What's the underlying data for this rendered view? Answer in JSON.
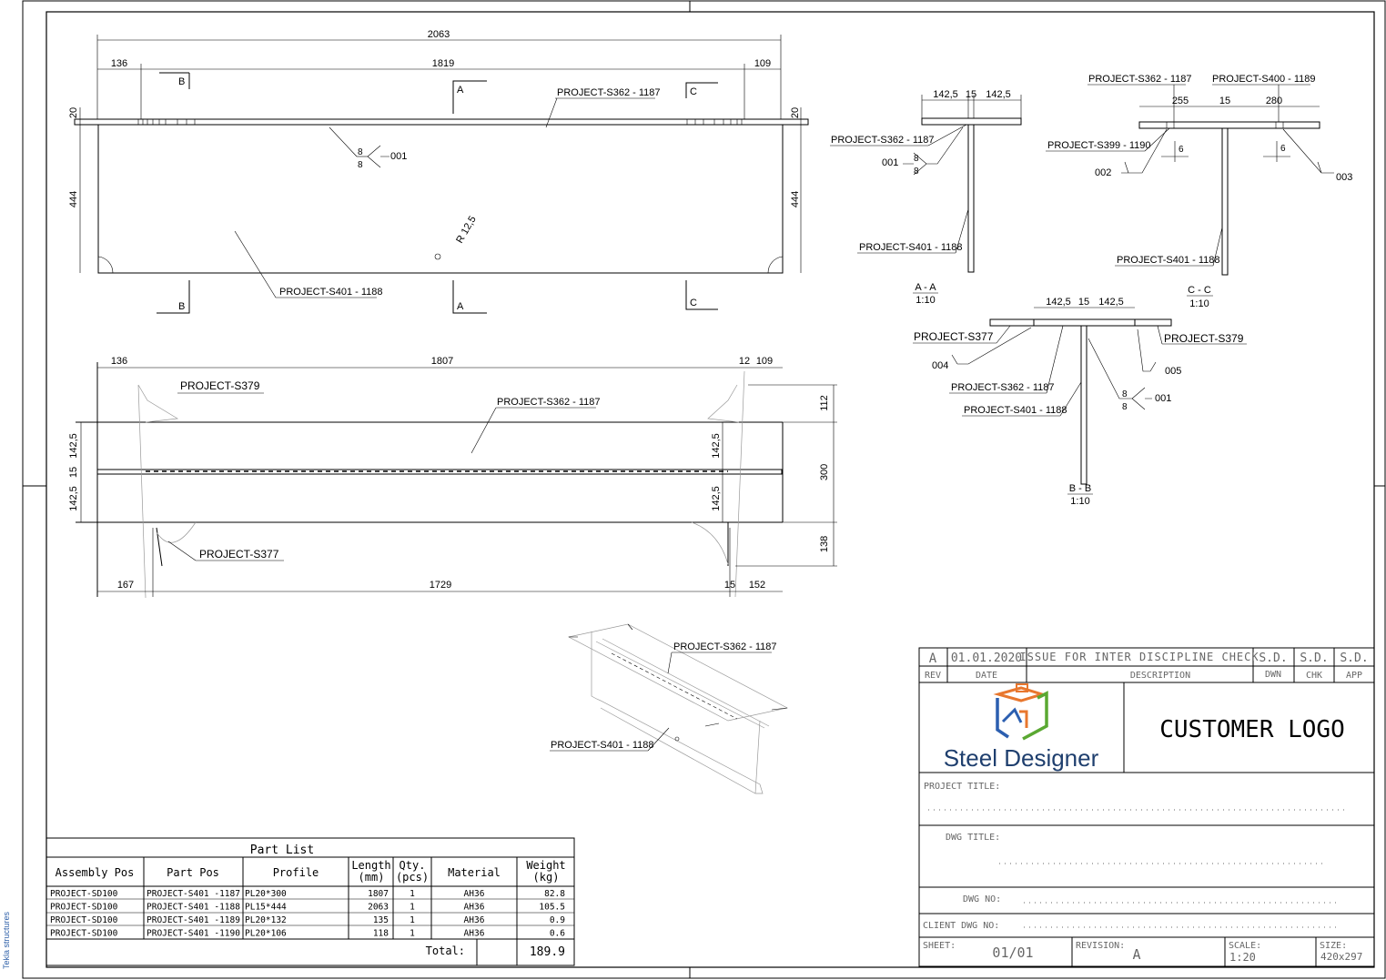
{
  "side_tag": "Tekla structures",
  "elevation": {
    "dims": {
      "overall": "2063",
      "left": "136",
      "mid": "1819",
      "right": "109",
      "h_left": "20",
      "h_right": "20",
      "h_main_left": "444",
      "h_main_right": "444"
    },
    "section_marks": [
      "B",
      "A",
      "C",
      "B",
      "A",
      "C"
    ],
    "labels": {
      "top_plate": "PROJECT-S362 - 1187",
      "web_plate": "PROJECT-S401 - 1188",
      "radius": "R 12,5"
    },
    "weld": {
      "top": "8",
      "bottom": "8",
      "ref": "001"
    }
  },
  "plan": {
    "dims": {
      "left": "136",
      "mid": "1807",
      "gap": "12",
      "right": "109",
      "b_left": "167",
      "b_mid": "1729",
      "b_gap": "15",
      "b_right": "152",
      "v1": "142,5",
      "v2": "15",
      "v3": "142,5",
      "v4": "142,5",
      "v5": "142,5",
      "r1": "112",
      "r2": "300",
      "r3": "138"
    },
    "labels": {
      "s379": "PROJECT-S379",
      "s362": "PROJECT-S362 - 1187",
      "s377": "PROJECT-S377"
    }
  },
  "section_aa": {
    "dims": [
      "142,5",
      "15",
      "142,5"
    ],
    "labels": {
      "top": "PROJECT-S362 - 1187",
      "web": "PROJECT-S401 - 1188"
    },
    "weld": {
      "top": "8",
      "bottom": "8",
      "ref": "001"
    },
    "title": "A - A",
    "scale": "1:10"
  },
  "section_cc": {
    "dims": [
      "255",
      "15",
      "280"
    ],
    "labels": {
      "top_left": "PROJECT-S362 - 1187",
      "top_right": "PROJECT-S400 - 1189",
      "side": "PROJECT-S399 - 1190",
      "web": "PROJECT-S401 - 1188"
    },
    "weld_sizes": [
      "6",
      "6"
    ],
    "refs": [
      "002",
      "003"
    ],
    "title": "C - C",
    "scale": "1:10"
  },
  "section_bb": {
    "dims": [
      "142,5",
      "15",
      "142,5"
    ],
    "labels": {
      "left": "PROJECT-S377",
      "right": "PROJECT-S379",
      "top": "PROJECT-S362 - 1187",
      "web": "PROJECT-S401 - 1188"
    },
    "weld": {
      "top": "8",
      "bottom": "8",
      "ref": "001"
    },
    "refs": [
      "004",
      "005"
    ],
    "title": "B - B",
    "scale": "1:10"
  },
  "iso": {
    "labels": {
      "top": "PROJECT-S362 - 1187",
      "web": "PROJECT-S401 - 1188"
    }
  },
  "part_list": {
    "title": "Part List",
    "headers": [
      "Assembly Pos",
      "Part Pos",
      "Profile",
      "Length\n(mm)",
      "Qty.\n(pcs)",
      "Material",
      "Weight\n(kg)"
    ],
    "rows": [
      [
        "PROJECT-SD100",
        "PROJECT-S401 -1187",
        "PL20*300",
        "1807",
        "1",
        "AH36",
        "82.8"
      ],
      [
        "PROJECT-SD100",
        "PROJECT-S401 -1188",
        "PL15*444",
        "2063",
        "1",
        "AH36",
        "105.5"
      ],
      [
        "PROJECT-SD100",
        "PROJECT-S401 -1189",
        "PL20*132",
        "135",
        "1",
        "AH36",
        "0.9"
      ],
      [
        "PROJECT-SD100",
        "PROJECT-S401 -1190",
        "PL20*106",
        "118",
        "1",
        "AH36",
        "0.6"
      ]
    ],
    "total_label": "Total:",
    "total_value": "189.9"
  },
  "title_block": {
    "rev": "A",
    "date": "01.01.2020",
    "description": "ISSUE FOR INTER DISCIPLINE CHECK",
    "dwn": "S.D.",
    "chk": "S.D.",
    "app": "S.D.",
    "rev_h": "REV",
    "date_h": "DATE",
    "desc_h": "DESCRIPTION",
    "dwn_h": "DWN",
    "chk_h": "CHK",
    "app_h": "APP",
    "company": "Steel Designer",
    "customer_logo": "CUSTOMER LOGO",
    "project_title_label": "PROJECT TITLE:",
    "dwg_title_label": "DWG TITLE:",
    "dwg_no_label": "DWG NO:",
    "client_dwg_no_label": "CLIENT DWG NO:",
    "sheet_label": "SHEET:",
    "sheet_value": "01/01",
    "revision_label": "REVISION:",
    "revision_value": "A",
    "scale_label": "SCALE:",
    "scale_value": "1:20",
    "size_label": "SIZE:",
    "size_value": "420x297",
    "brand_colors": {
      "orange": "#e8772e",
      "green": "#5aa832",
      "blue": "#2c5fb0",
      "text": "#1f3f6e"
    }
  }
}
